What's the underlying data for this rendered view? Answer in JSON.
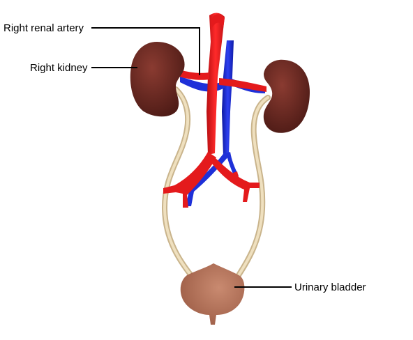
{
  "labels": {
    "renal_artery": "Right renal artery",
    "kidney": "Right kidney",
    "bladder": "Urinary bladder"
  },
  "colors": {
    "artery": "#e41a1c",
    "vein": "#1a2bd6",
    "kidney": "#6b2a22",
    "ureter": "#e6d2ab",
    "bladder": "#b5735b",
    "leader": "#000000"
  }
}
